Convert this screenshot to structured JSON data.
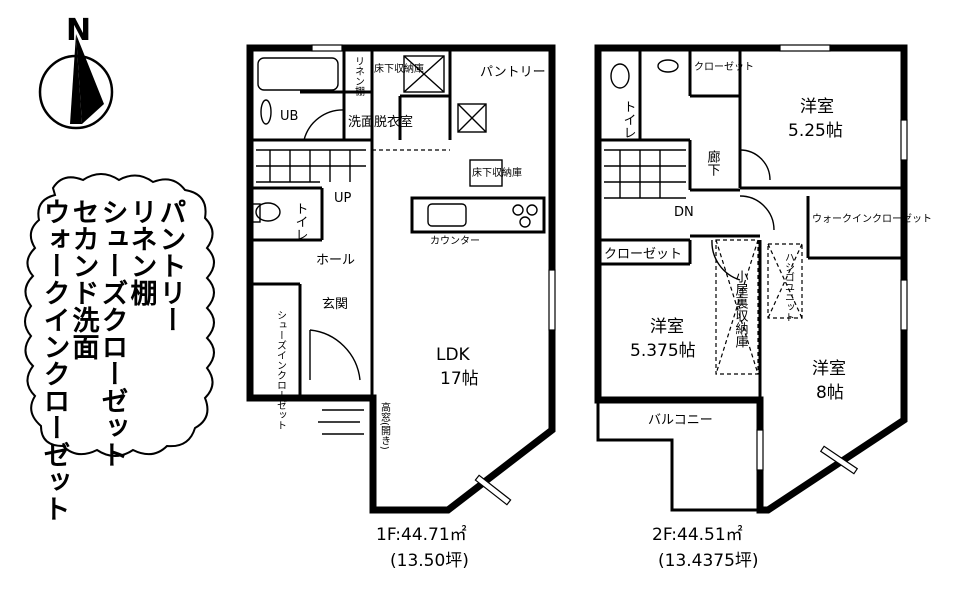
{
  "compass": {
    "label": "N"
  },
  "features": {
    "lines": [
      "パントリー",
      "リネン棚",
      "シューズクローゼット",
      "セカンド洗面",
      "ウォークインクローゼット"
    ]
  },
  "floor1": {
    "area": "1F:44.71㎡",
    "tsubo": "(13.50坪)",
    "rooms": {
      "ub": "UB",
      "linen": "リネン棚",
      "underfloor_top": "床下収納庫",
      "pantry": "パントリー",
      "washroom": "洗面脱衣室",
      "up": "UP",
      "toilet": "トイレ",
      "underfloor_kitchen": "床下収納庫",
      "counter": "カウンター",
      "hall": "ホール",
      "entrance": "玄関",
      "shoe_closet": "シューズインクローゼット",
      "ldk": "LDK",
      "ldk_size": "17帖",
      "high_window": "高窓(開き)"
    }
  },
  "floor2": {
    "area": "2F:44.51㎡",
    "tsubo": "(13.4375坪)",
    "rooms": {
      "toilet": "トイレ",
      "closet_small": "クローゼット",
      "western1": "洋室",
      "western1_size": "5.25帖",
      "corridor": "廊下",
      "dn": "DN",
      "wic": "ウォークインクローゼット",
      "closet": "クローゼット",
      "western2": "洋室",
      "western2_size": "5.375帖",
      "attic": "小屋裏収納庫",
      "ladder": "ハシゴユニット",
      "western3": "洋室",
      "western3_size": "8帖",
      "balcony": "バルコニー"
    }
  }
}
